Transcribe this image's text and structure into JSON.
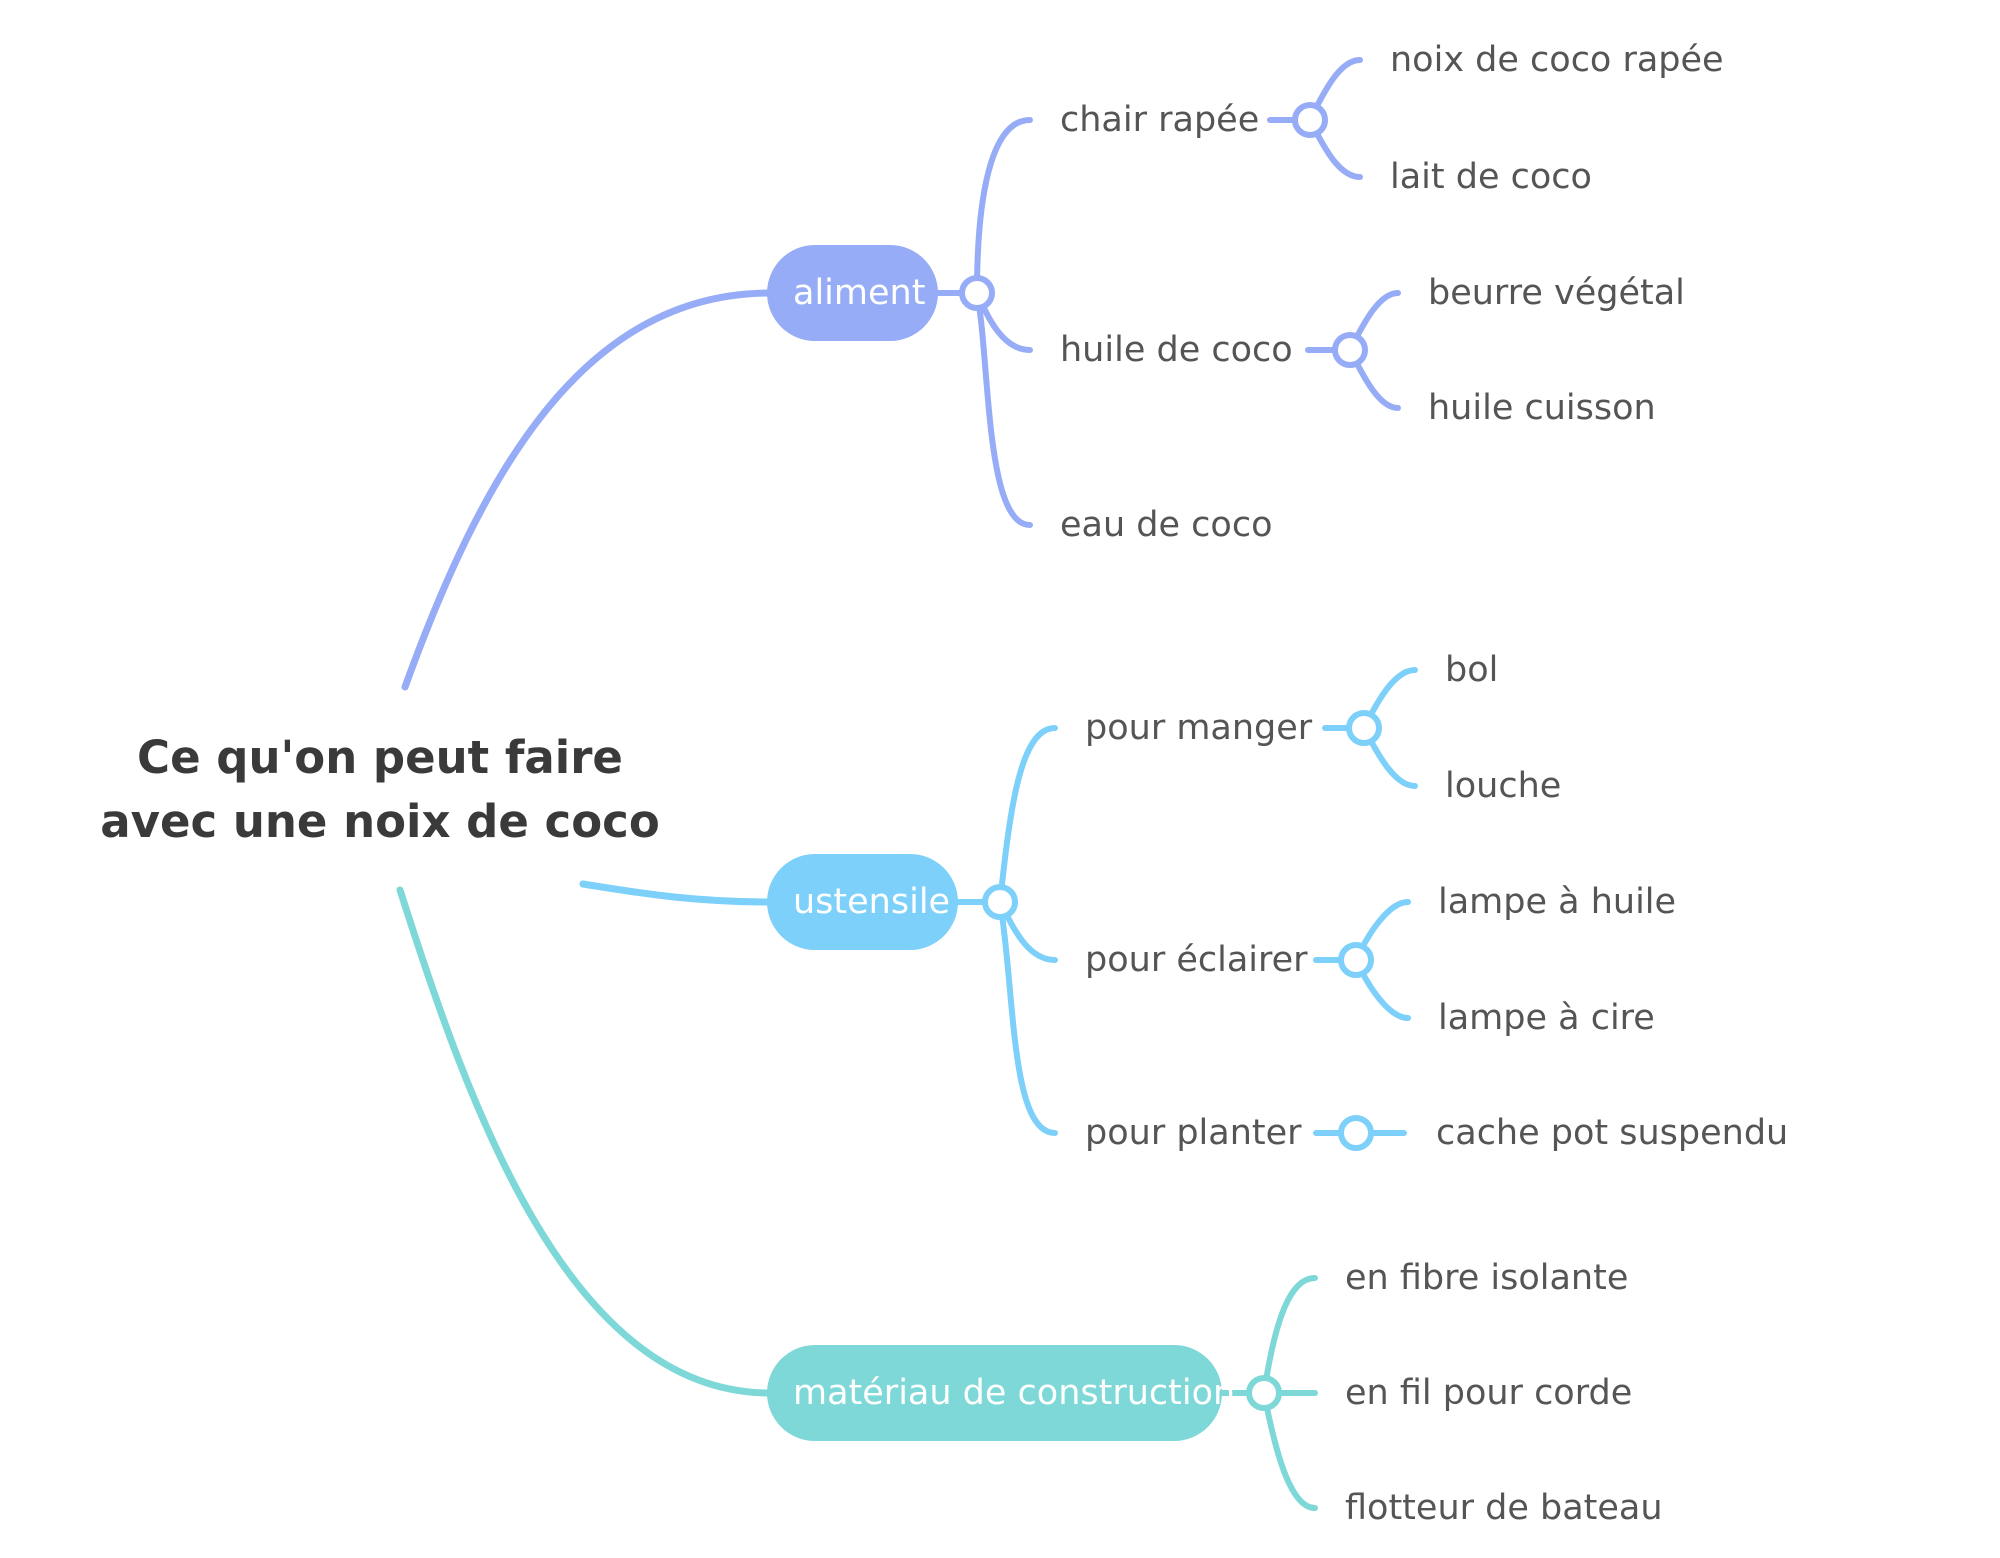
{
  "root": {
    "line1": "Ce qu'on peut faire",
    "line2": "avec une noix de coco"
  },
  "colors": {
    "aliment": "#96acf6",
    "ustensile": "#7dd0f9",
    "materiau": "#7fd8d8",
    "root_text": "#3a3a3a",
    "leaf_text": "#555555"
  },
  "branches": {
    "aliment": {
      "label": "aliment",
      "chair": {
        "label": "chair rapée",
        "items": [
          "noix de coco rapée",
          "lait de coco"
        ]
      },
      "huile": {
        "label": "huile de coco",
        "items": [
          "beurre végétal",
          "huile cuisson"
        ]
      },
      "eau": {
        "label": "eau de coco"
      }
    },
    "ustensile": {
      "label": "ustensile",
      "manger": {
        "label": "pour manger",
        "items": [
          "bol",
          "louche"
        ]
      },
      "eclairer": {
        "label": "pour éclairer",
        "items": [
          "lampe à huile",
          "lampe à cire"
        ]
      },
      "planter": {
        "label": "pour planter",
        "items": [
          "cache pot suspendu"
        ]
      }
    },
    "materiau": {
      "label": "matériau de construction",
      "items": [
        "en fibre isolante",
        "en fil pour corde",
        "flotteur de bateau"
      ]
    }
  }
}
